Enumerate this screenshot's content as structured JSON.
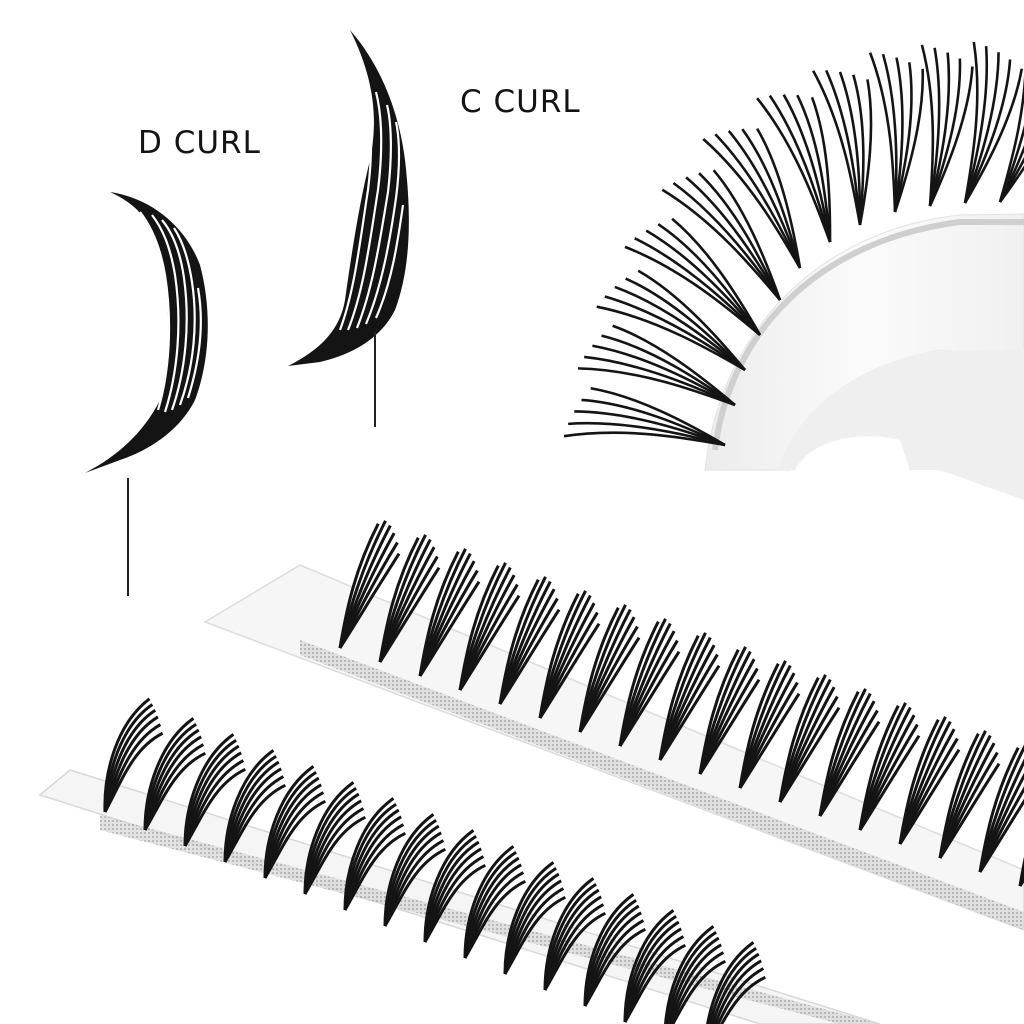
{
  "labels": {
    "d_curl": "D CURL",
    "c_curl": "C CURL"
  },
  "colors": {
    "background": "#ffffff",
    "lash": "#141414",
    "strip": "#f4f4f4",
    "strip_edge": "#d8d8d8",
    "tape": "#bdbdbd",
    "stand": "#f7f7f7",
    "stand_shadow": "#e4e4e4"
  },
  "scene": {
    "subject": "eyelash extension trays",
    "items": [
      {
        "name": "d-curl-lash-diagram",
        "label": "D CURL"
      },
      {
        "name": "c-curl-lash-diagram",
        "label": "C CURL"
      },
      {
        "name": "lash-fan-on-curved-stand"
      },
      {
        "name": "upper-lash-strip-tray"
      },
      {
        "name": "lower-lash-strip-tray"
      }
    ]
  }
}
